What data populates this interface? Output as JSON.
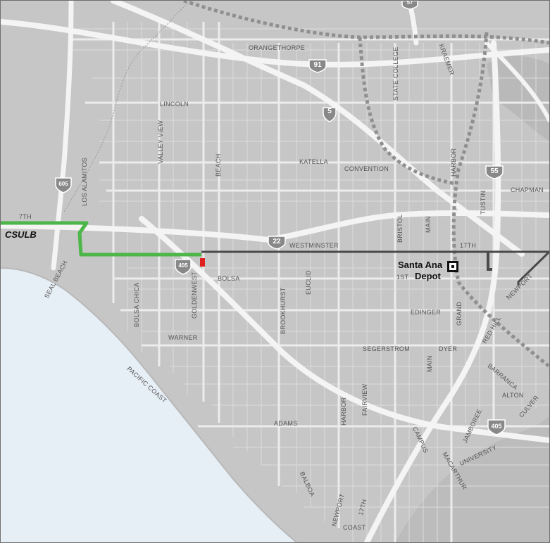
{
  "places": {
    "csulb": "CSULB",
    "santa_ana_line1": "Santa Ana",
    "santa_ana_line2": "Depot"
  },
  "streets_h": {
    "orangethorpe": "ORANGETHORPE",
    "lincoln": "LINCOLN",
    "katella": "KATELLA",
    "convention": "CONVENTION",
    "chapman": "CHAPMAN",
    "seventh": "7TH",
    "westminster": "WESTMINSTER",
    "seventeenth": "17TH",
    "bolsa": "BOLSA",
    "first": "1ST",
    "edinger": "EDINGER",
    "warner": "WARNER",
    "segerstrom": "SEGERSTROM",
    "dyer": "DYER",
    "adams": "ADAMS",
    "alton": "ALTON",
    "coast": "COAST"
  },
  "streets_v": {
    "kraemer": "KRAEMER",
    "state_college": "STATE COLLEGE",
    "valley_view": "VALLEY VIEW",
    "beach": "BEACH",
    "los_alamitos": "LOS ALAMITOS",
    "bristol": "BRISTOL",
    "main": "MAIN",
    "tustin": "TUSTIN",
    "harbor_n": "HARBOR",
    "seal_beach": "SEAL BEACH",
    "bolsa_chica": "BOLSA CHICA",
    "goldenwest": "GOLDENWEST",
    "brookhurst": "BROOKHURST",
    "euclid": "EUCLID",
    "grand": "GRAND",
    "main_s": "MAIN",
    "red_hill": "RED HILL",
    "newport_n": "NEWPORT",
    "pacific_coast": "PACIFIC COAST",
    "harbor_s": "HARBOR",
    "fairview": "FAIRVIEW",
    "campus": "CAMPUS",
    "jamboree": "JAMBOREE",
    "university": "UNIVERSITY",
    "mcarthur": "MACARTHUR",
    "balboa": "BALBOA",
    "newport_s": "NEWPORT",
    "seventeenth_s": "17TH",
    "barranca": "BARRANCA",
    "culver": "CULVER"
  },
  "shields": {
    "i5": "5",
    "sr91": "91",
    "sr22": "22",
    "sr55": "55",
    "i405_w": "405",
    "i405_e": "405",
    "i605": "605",
    "sr57": "57"
  },
  "colors": {
    "land": "#c6c6c6",
    "water": "#e6eef6",
    "road": "#f2f2f2",
    "rail": "#8f8f8f",
    "route_green": "#4cb648",
    "route_dark": "#4a4a4a",
    "marker_red": "#e0201e"
  },
  "icons": {
    "station": "train-station-icon",
    "start_marker": "red-start-marker-icon"
  }
}
